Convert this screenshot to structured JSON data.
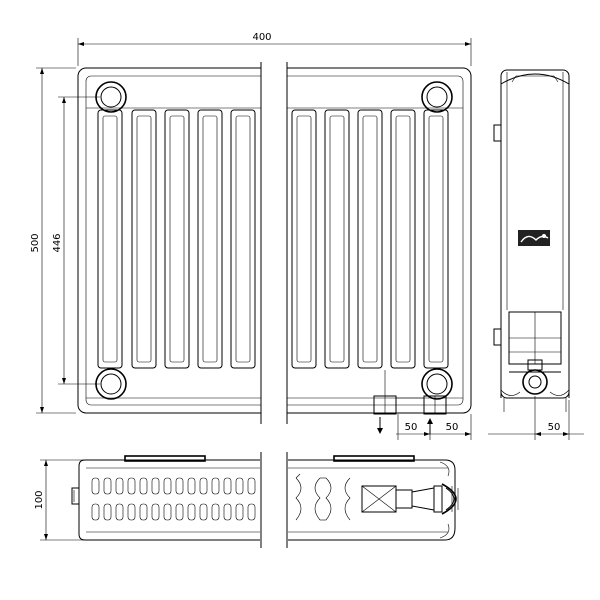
{
  "dimensions": {
    "width": "400",
    "height": "500",
    "inner_height": "446",
    "depth": "100",
    "pipe_offset_left": "50",
    "pipe_offset_right": "50",
    "side_offset": "50"
  },
  "icons": {
    "logo": "brand-logo-icon",
    "flow_down": "arrow-down-icon",
    "flow_up": "arrow-up-icon"
  },
  "colors": {
    "line": "#000000",
    "background": "#ffffff",
    "logo_fill": "#222222"
  }
}
